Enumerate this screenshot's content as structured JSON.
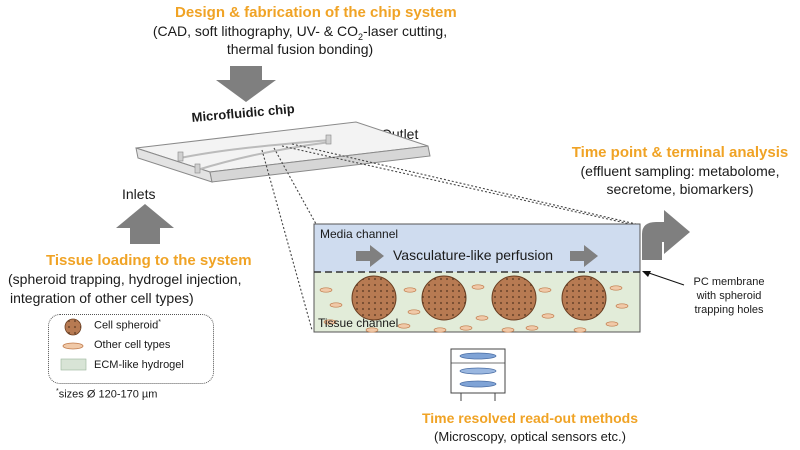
{
  "design": {
    "title": "Design & fabrication of the chip system",
    "line1": "(CAD, soft lithography, UV- & CO",
    "sub": "2",
    "line1_end": "-laser cutting,",
    "line2": "thermal fusion bonding)"
  },
  "chip": {
    "title": "Microfluidic chip",
    "outlet": "Outlet",
    "inlets": "Inlets"
  },
  "tissue_loading": {
    "title": "Tissue loading to the system",
    "line1": "(spheroid trapping, hydrogel injection,",
    "line2": "integration of other cell types)"
  },
  "legend": {
    "items": [
      "Cell spheroid",
      "Other cell types",
      "ECM-like hydrogel"
    ],
    "spheroid_mark": "*",
    "footnote_mark": "*",
    "footnote": "sizes Ø 120-170 µm"
  },
  "analysis": {
    "title": "Time point & terminal analysis",
    "line1": "(effluent sampling: metabolome,",
    "line2": "secretome, biomarkers)"
  },
  "crosssection": {
    "media_channel": "Media channel",
    "perfusion": "Vasculature-like perfusion",
    "tissue_channel": "Tissue channel"
  },
  "membrane": {
    "line1": "PC membrane",
    "line2": "with spheroid",
    "line3": "trapping holes"
  },
  "readout": {
    "title": "Time resolved read-out methods",
    "line1": "(Microscopy, optical sensors etc.)"
  },
  "colors": {
    "accent_orange": "#f0a325",
    "arrow_gray": "#7f7f7f",
    "media_blue": "#cfdcef",
    "tissue_green": "#e2ecd9",
    "spheroid_brown": "#b77a52"
  }
}
